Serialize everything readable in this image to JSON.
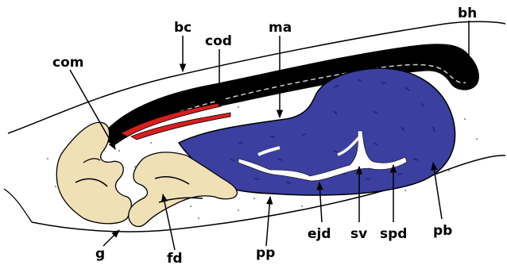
{
  "labels": {
    "bc": "bc",
    "cod": "cod",
    "ma": "ma",
    "bh": "bh",
    "com": "com",
    "g": "g",
    "fd": "fd",
    "pp": "pp",
    "ejd": "ejd",
    "sv": "sv",
    "spd": "spd",
    "pb": "pb"
  },
  "colors": {
    "outline": "#000000",
    "body_fill": "#fdfdfd",
    "stipple": "#777777",
    "black_band": "#000000",
    "red_ducts": "#d81e1e",
    "blue_organ": "#3b3f9f",
    "blue_texture": "#1c1f6b",
    "duct_white": "#ffffff",
    "tan_tissue": "#f0e0b6"
  }
}
